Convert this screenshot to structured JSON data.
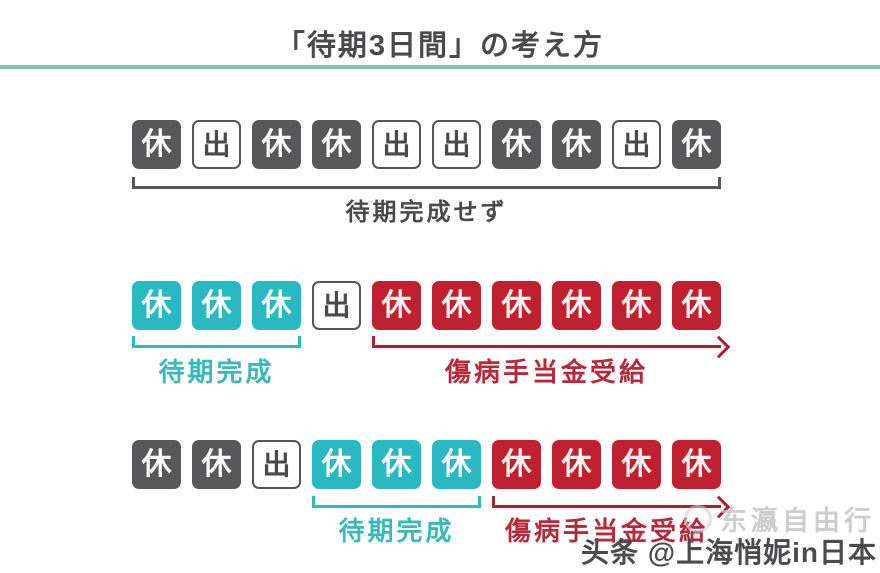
{
  "title": "「待期3日間」の考え方",
  "colors": {
    "underline": "#7fc7ae",
    "dark_box": "#58585a",
    "teal_box": "#2ab9c2",
    "red_box": "#bf2130",
    "white_box_border": "#55555a",
    "dark_label": "#4a4a4d",
    "teal_label": "#3bb8ba",
    "red_label": "#b5293a"
  },
  "legend": {
    "rest_char": "休",
    "work_char": "出"
  },
  "rows": [
    {
      "cells": [
        {
          "label": "休",
          "style": "dark"
        },
        {
          "label": "出",
          "style": "white"
        },
        {
          "label": "休",
          "style": "dark"
        },
        {
          "label": "休",
          "style": "dark"
        },
        {
          "label": "出",
          "style": "white"
        },
        {
          "label": "出",
          "style": "white"
        },
        {
          "label": "休",
          "style": "dark"
        },
        {
          "label": "休",
          "style": "dark"
        },
        {
          "label": "出",
          "style": "white"
        },
        {
          "label": "休",
          "style": "dark"
        }
      ],
      "annotations": [
        {
          "kind": "bracket",
          "color": "dark",
          "start": 0,
          "end": 9,
          "label": "待期完成せず"
        }
      ]
    },
    {
      "cells": [
        {
          "label": "休",
          "style": "teal"
        },
        {
          "label": "休",
          "style": "teal"
        },
        {
          "label": "休",
          "style": "teal"
        },
        {
          "label": "出",
          "style": "white"
        },
        {
          "label": "休",
          "style": "red"
        },
        {
          "label": "休",
          "style": "red"
        },
        {
          "label": "休",
          "style": "red"
        },
        {
          "label": "休",
          "style": "red"
        },
        {
          "label": "休",
          "style": "red"
        },
        {
          "label": "休",
          "style": "red"
        }
      ],
      "annotations": [
        {
          "kind": "bracket",
          "color": "teal",
          "start": 0,
          "end": 2,
          "label": "待期完成"
        },
        {
          "kind": "arrow",
          "color": "red",
          "start": 4,
          "end": 9,
          "label": "傷病手当金受給"
        }
      ]
    },
    {
      "cells": [
        {
          "label": "休",
          "style": "dark"
        },
        {
          "label": "休",
          "style": "dark"
        },
        {
          "label": "出",
          "style": "white"
        },
        {
          "label": "休",
          "style": "teal"
        },
        {
          "label": "休",
          "style": "teal"
        },
        {
          "label": "休",
          "style": "teal"
        },
        {
          "label": "休",
          "style": "red"
        },
        {
          "label": "休",
          "style": "red"
        },
        {
          "label": "休",
          "style": "red"
        },
        {
          "label": "休",
          "style": "red"
        }
      ],
      "annotations": [
        {
          "kind": "bracket",
          "color": "teal",
          "start": 3,
          "end": 5,
          "label": "待期完成"
        },
        {
          "kind": "arrow",
          "color": "red",
          "start": 6,
          "end": 9,
          "label": "傷病手当金受給"
        }
      ]
    }
  ],
  "watermark": {
    "faint": "东瀛自由行",
    "main": "头条 @上海悄妮in日本"
  }
}
